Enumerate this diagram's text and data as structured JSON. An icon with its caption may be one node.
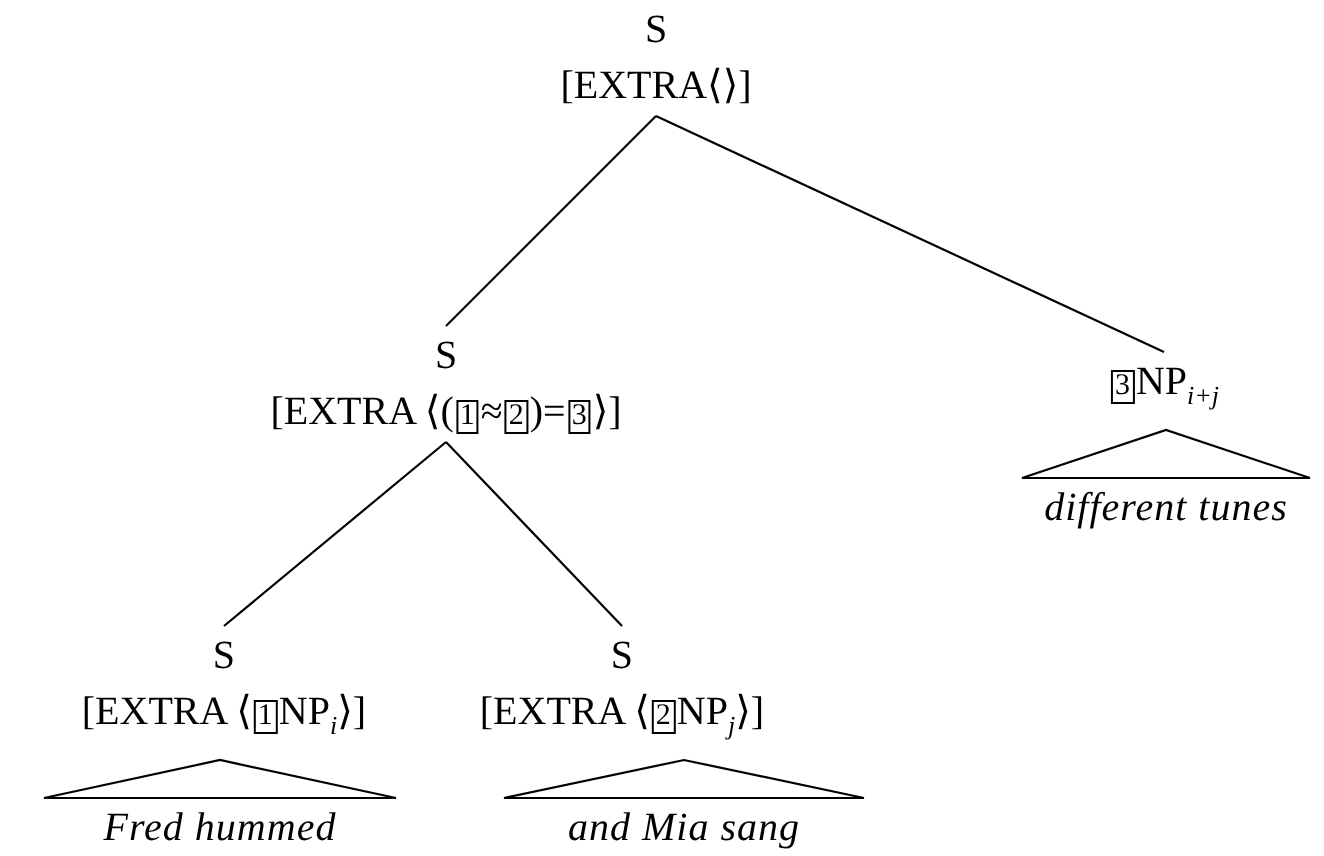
{
  "diagram": {
    "nodes": [
      {
        "text": [
          "S",
          "[EXTRA⟨⟩]"
        ]
      },
      {
        "text": [
          "S",
          "[EXTRA ⟨(1≈2)=3⟩]"
        ]
      },
      {
        "text": [
          "3NP$_{i+j}$"
        ]
      },
      {
        "text": [
          "different tunes"
        ]
      },
      {
        "text": [
          "S",
          "[EXTRA ⟨1NP$_{i}$⟩]"
        ]
      },
      {
        "text": [
          "S",
          "[EXTRA ⟨2NP$_{j}$⟩]"
        ]
      },
      {
        "text": [
          "Fred hummed"
        ]
      },
      {
        "text": [
          "and Mia sang"
        ]
      }
    ],
    "edges": [
      {
        "from": 0,
        "to": 1,
        "arrow": "none"
      },
      {
        "from": 0,
        "to": 2,
        "arrow": "none"
      },
      {
        "from": 2,
        "to": 3,
        "arrow": "none"
      },
      {
        "from": 1,
        "to": 4,
        "arrow": "none"
      },
      {
        "from": 1,
        "to": 5,
        "arrow": "none"
      },
      {
        "from": 4,
        "to": 6,
        "arrow": "none"
      },
      {
        "from": 5,
        "to": 7,
        "arrow": "none"
      }
    ]
  }
}
